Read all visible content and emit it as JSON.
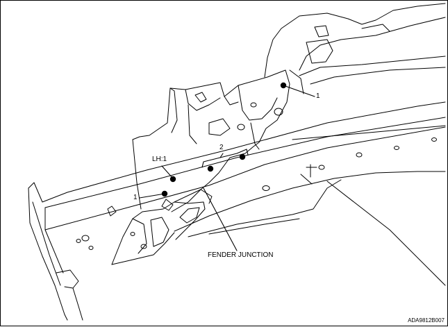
{
  "callouts": {
    "label_1_top": "1",
    "label_1_left": "1",
    "label_lh": "LH:1",
    "label_2": "2",
    "label_fender": "FENDER JUNCTION"
  },
  "figure_code": "ADA9812B007",
  "colors": {
    "line": "#000000",
    "background": "#ffffff"
  }
}
